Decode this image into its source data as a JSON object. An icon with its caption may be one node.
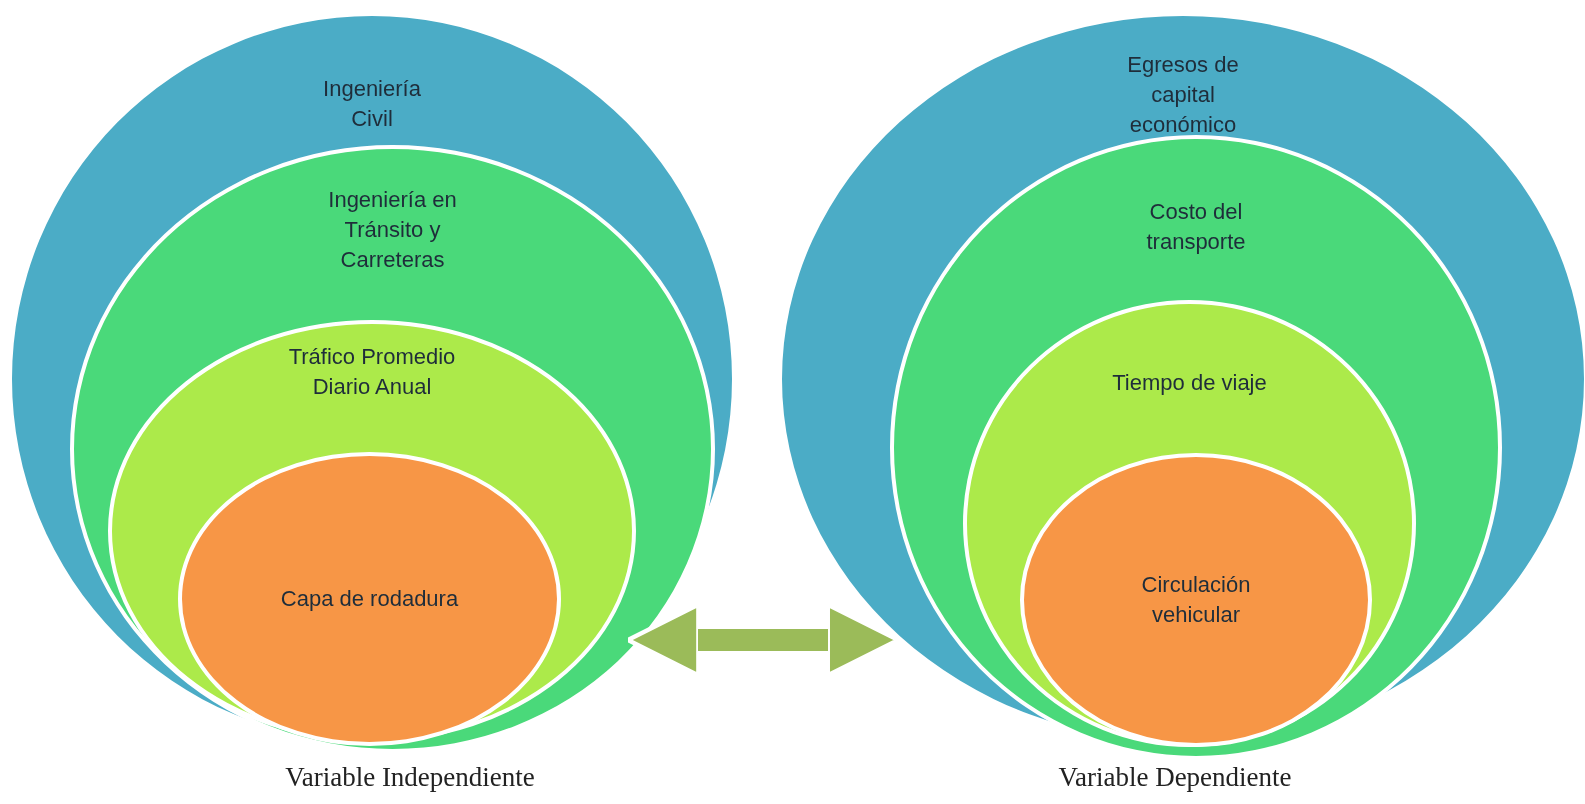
{
  "diagram": {
    "nodes": [
      {
        "text": [
          "Ingeniería Civil"
        ],
        "beside": [
          "Variable Independiente"
        ]
      },
      {
        "text": [
          "Ingeniería en Tránsito y Carreteras"
        ],
        "in": 0
      },
      {
        "text": [
          "Tráfico Promedio Diario Anual"
        ],
        "in": 1
      },
      {
        "text": [
          "Capa de rodadura"
        ],
        "in": 2
      },
      {
        "text": [
          "Egresos de capital económico"
        ],
        "beside": [
          "Variable Dependiente"
        ]
      },
      {
        "text": [
          "Costo del transporte"
        ],
        "in": 4
      },
      {
        "text": [
          "Tiempo de viaje"
        ],
        "in": 5
      },
      {
        "text": [
          "Circulación vehicular"
        ],
        "in": 6
      }
    ],
    "edges": [
      {
        "from": 0,
        "to": 4,
        "arrow": "both",
        "color": "#9bbb59"
      }
    ]
  }
}
